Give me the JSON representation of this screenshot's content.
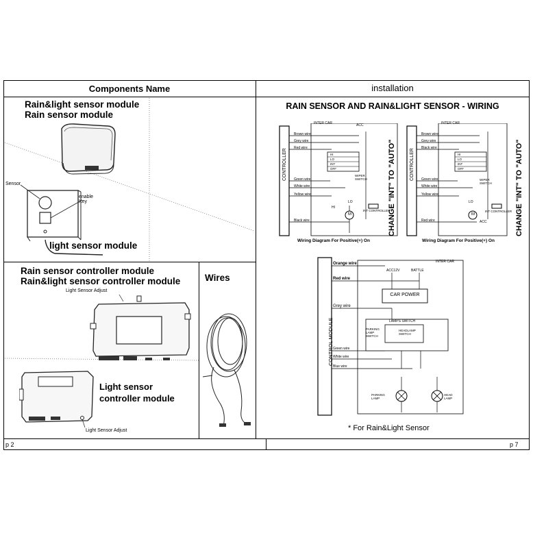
{
  "header": {
    "left_title": "Components Name",
    "right_title": "installation"
  },
  "components": {
    "rain_light_module_title": [
      "Rain&light sensor module",
      "Rain sensor module"
    ],
    "sensor_label": "Sensor",
    "unenable_key_label": [
      "Unenable",
      "Key"
    ],
    "light_module_title": "light sensor module",
    "controller_title": [
      "Rain sensor controller module",
      "Rain&light sensor controller module"
    ],
    "light_sensor_adjust_top": "Light Sensor Adjust",
    "wires_title": "Wires",
    "light_controller_title": [
      "Light sensor",
      "controller module"
    ],
    "light_sensor_adjust_bottom": "Light Sensor Adjust"
  },
  "wiring": {
    "title": "RAIN SENSOR AND RAIN&LIGHT SENSOR - WIRING",
    "change_label": "CHANGE \"INT\" TO \"AUTO\"",
    "controller_label": "CONTROLLER",
    "inter_car": "INTER CAR",
    "acc": "ACC",
    "left_wires": [
      "Brown wire",
      "Grey wire",
      "Red wire",
      "Green wire",
      "White wire",
      "Yellow wire",
      "Black wire"
    ],
    "right_wires": [
      "Brown wire",
      "Grey wire",
      "Black wire",
      "Green wire",
      "White wire",
      "Yellow wire",
      "Red wire"
    ],
    "switch_rows": [
      "HI",
      "LO",
      "INT",
      "OFF"
    ],
    "wiper_switch": "WIPER SWITCH",
    "int_controller": "INT CONTROLLER",
    "hi": "HI",
    "lo": "LO",
    "motor": "M",
    "caption": "Wiring Diagram For Positive(+) On",
    "control_module": {
      "label": "CONTROL MODULE",
      "inter_car": "INTER CAR",
      "wires": [
        "Orange wire",
        "Red wire",
        "Grey wire",
        "Green wire",
        "White wire",
        "Blue wire"
      ],
      "acc_12v": "ACC12V",
      "battle": "BATTLE",
      "car_power": "CAR POWER",
      "lamp_switch": "LAMPS SWITCH",
      "parking_switch": "PARKING LAMP SWITCH",
      "headlamp_switch": "HEADLAMP SWITCH",
      "parking_lamp": "PARKING LAMP",
      "head_lamp": "HEAD LAMP",
      "caption": "* For Rain&Light Sensor"
    }
  },
  "footer": {
    "left_page": "p 2",
    "right_page": "p 7"
  }
}
